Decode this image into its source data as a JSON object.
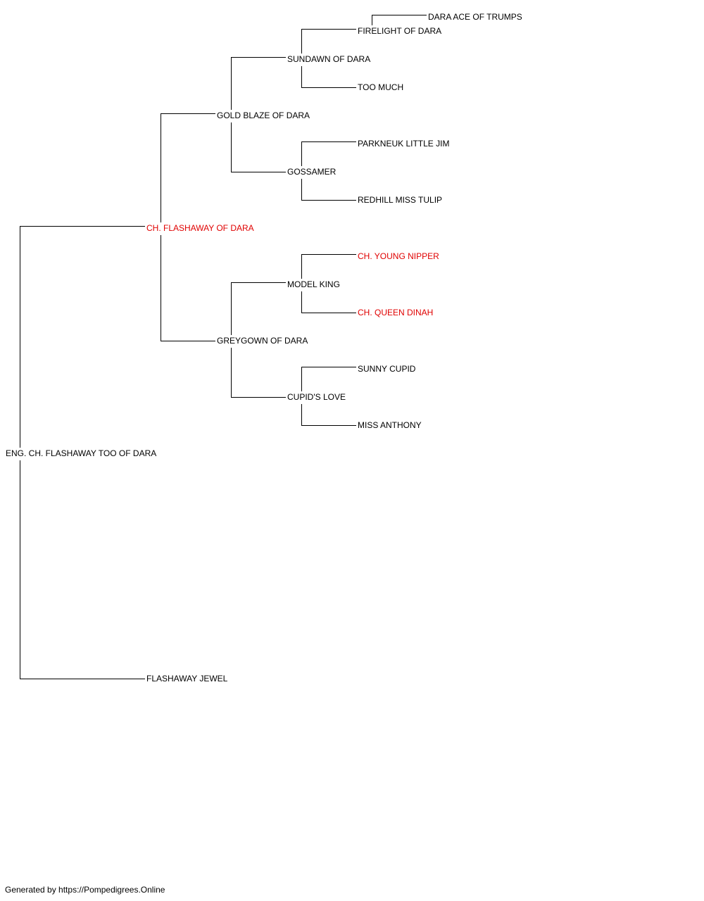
{
  "colors": {
    "champion": "#e00000",
    "default": "#000000",
    "lines": "#000000"
  },
  "pedigree": {
    "subject": "ENG. CH. FLASHAWAY TOO OF DARA",
    "sire": "CH. FLASHAWAY OF DARA",
    "dam": "FLASHAWAY JEWEL",
    "sire_sire": "GOLD BLAZE OF DARA",
    "sire_dam": "GREYGOWN OF DARA",
    "ss_sire": "SUNDAWN OF DARA",
    "ss_dam": "GOSSAMER",
    "sd_sire": "MODEL KING",
    "sd_dam": "CUPID'S LOVE",
    "sss_sire": "FIRELIGHT OF DARA",
    "sss_dam": "TOO MUCH",
    "ssd_sire": "PARKNEUK LITTLE JIM",
    "ssd_dam": "REDHILL MISS TULIP",
    "sds_sire": "CH. YOUNG NIPPER",
    "sds_dam": "CH. QUEEN DINAH",
    "sdd_sire": "SUNNY CUPID",
    "sdd_dam": "MISS ANTHONY",
    "ssss_sire": "DARA ACE OF TRUMPS"
  },
  "footer": {
    "text": "Generated by https://Pompedigrees.Online"
  }
}
